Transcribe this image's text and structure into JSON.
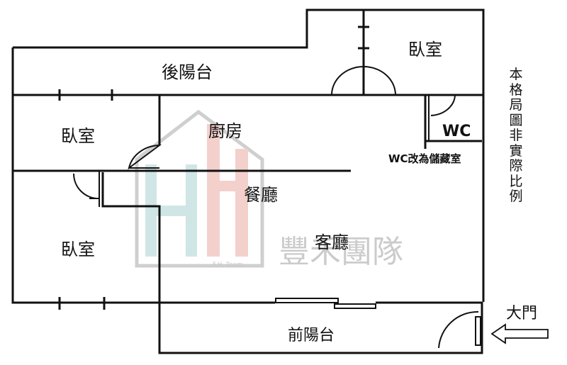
{
  "rooms": {
    "back_balcony": "後陽台",
    "bedroom_top_right": "臥室",
    "bedroom_left_upper": "臥室",
    "bedroom_left_lower": "臥室",
    "kitchen": "廚房",
    "dining": "餐廳",
    "living": "客廳",
    "front_balcony": "前陽台",
    "wc": "WC",
    "wc_note": "WC改為儲藏室"
  },
  "note_vertical": "本格局圖非實際比例",
  "entrance_label": "大門",
  "watermark": {
    "team_cn": "豐禾團隊",
    "team_en": "F.H. Team",
    "colors": {
      "teal": "#58a6a8",
      "red": "#d9594f",
      "gray": "#555555"
    }
  },
  "colors": {
    "wall": "#111111",
    "background": "#ffffff"
  }
}
